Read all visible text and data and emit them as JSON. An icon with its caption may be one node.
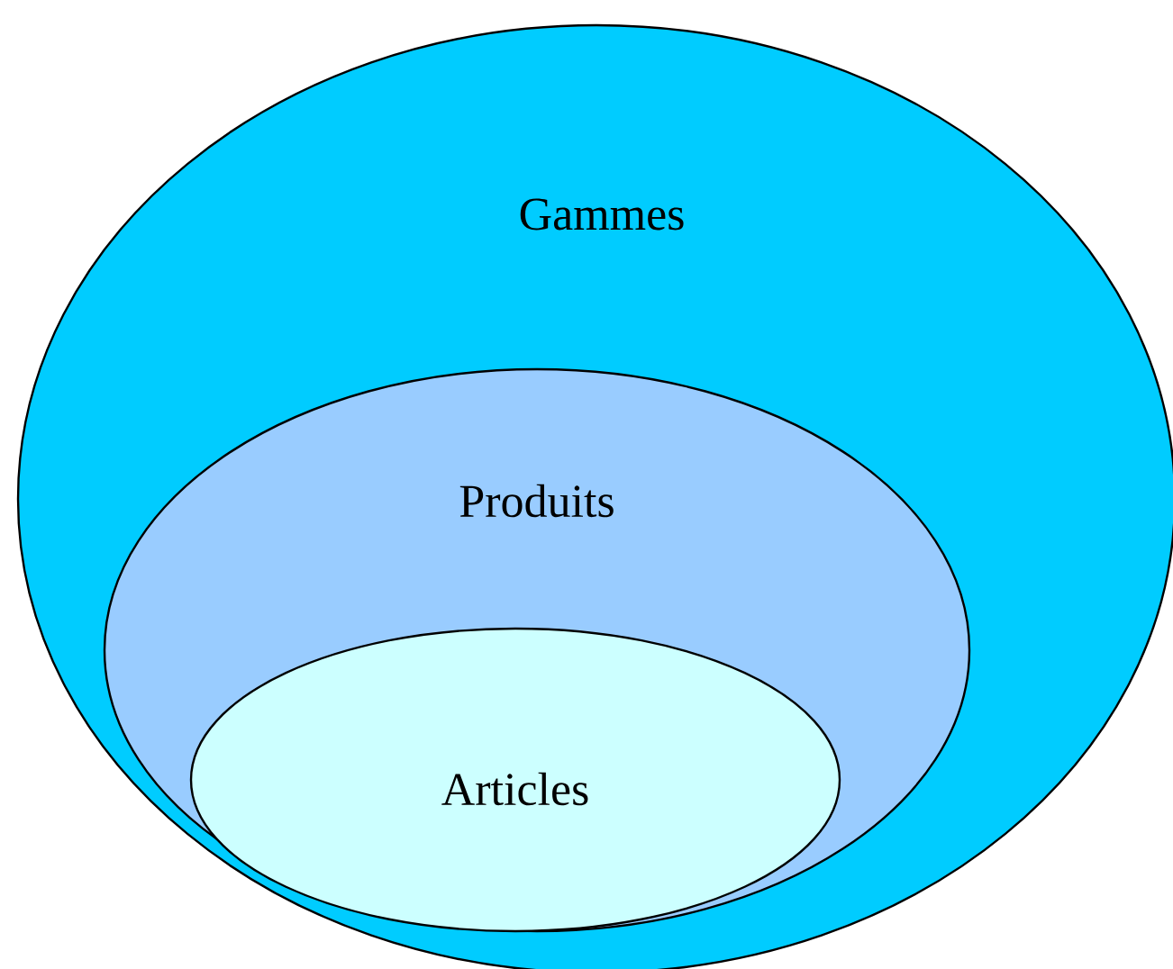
{
  "diagram": {
    "nodes": [
      {
        "text": [
          "Gammes"
        ]
      },
      {
        "text": [
          "Produits"
        ],
        "in": 0
      },
      {
        "text": [
          "Articles"
        ],
        "in": 1
      }
    ]
  }
}
